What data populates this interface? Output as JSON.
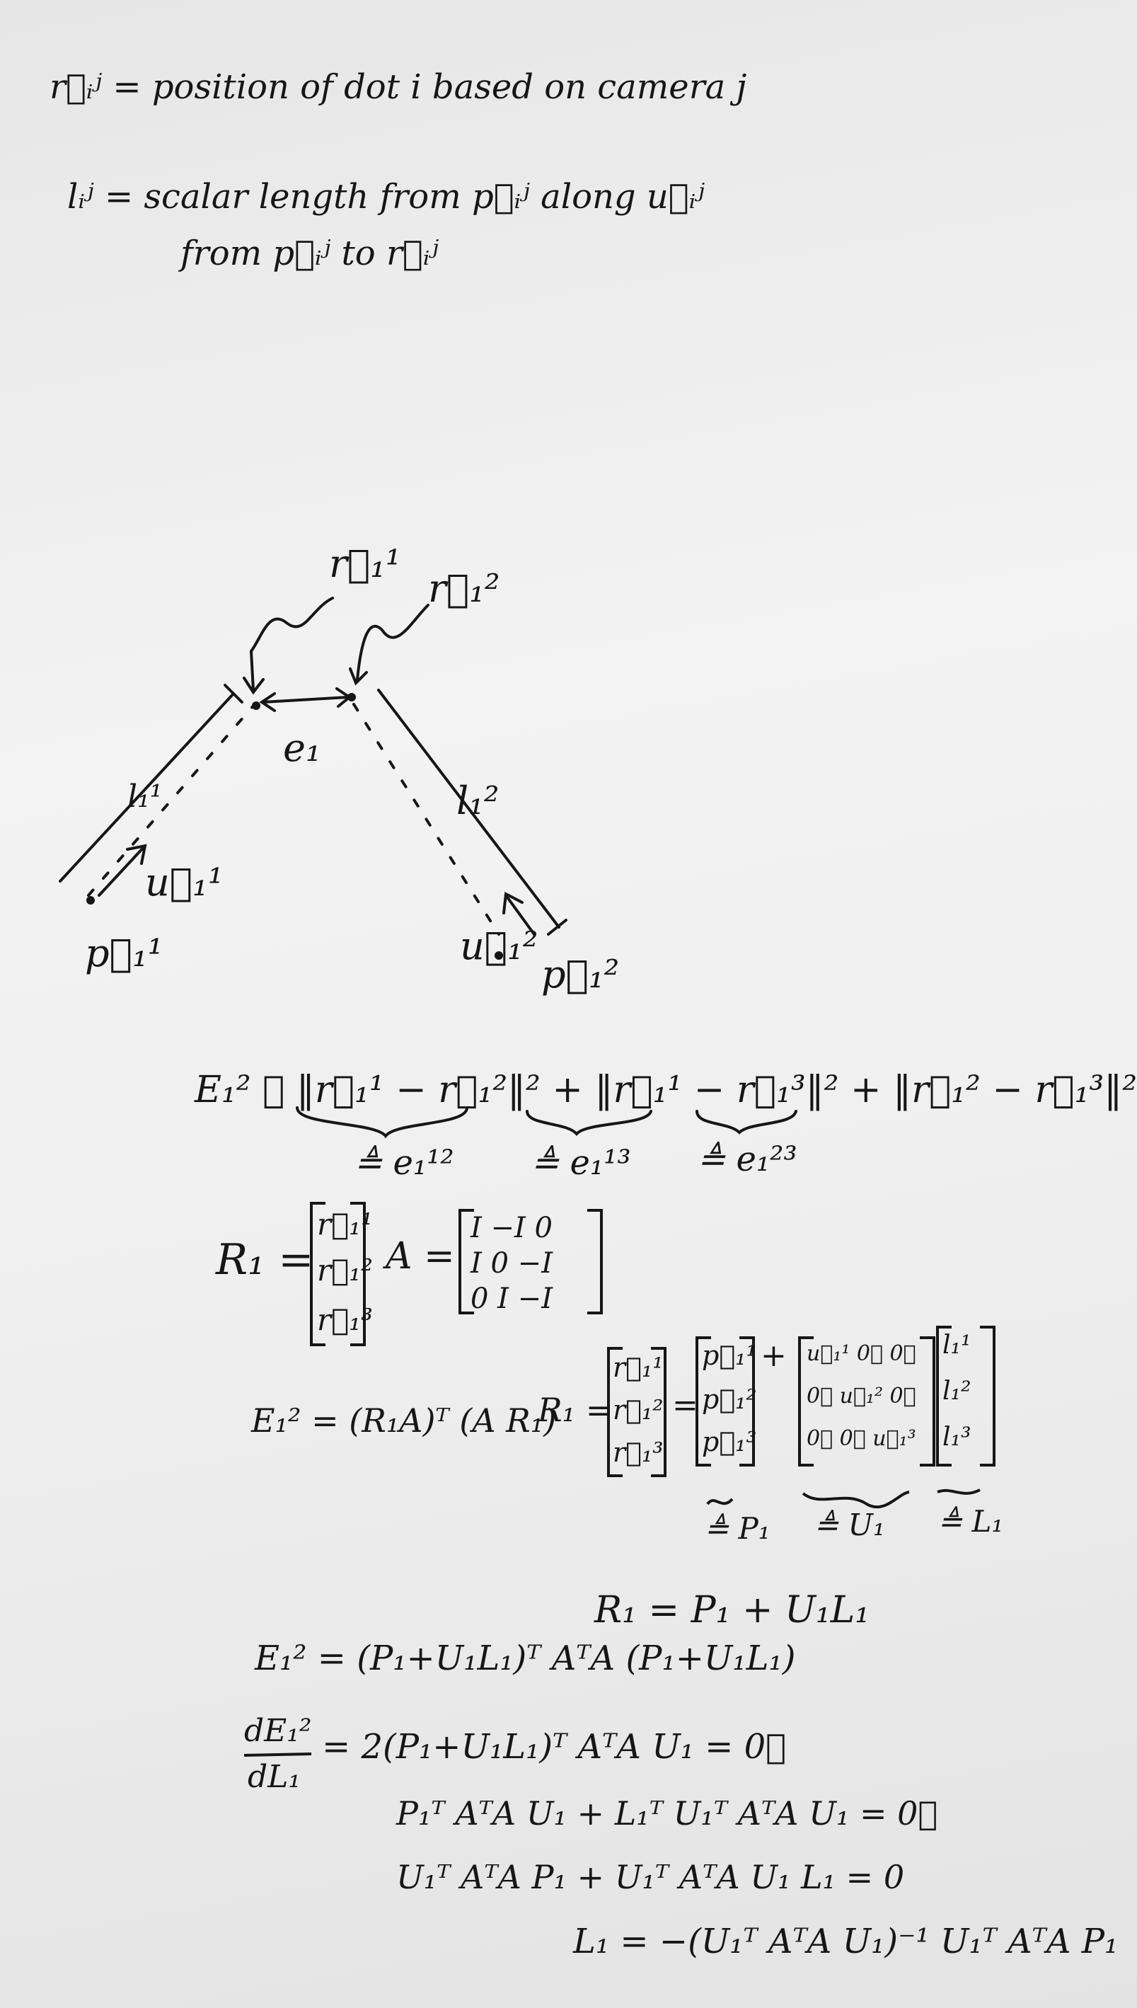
{
  "notes": {
    "def_r": "r⃗ᵢʲ = position of dot i based on camera j",
    "def_l_1": "lᵢʲ = scalar length from p⃗ᵢʲ along u⃗ᵢʲ",
    "def_l_2": "from p⃗ᵢʲ to r⃗ᵢʲ"
  },
  "diagram": {
    "r11": "r⃗₁¹",
    "r12": "r⃗₁²",
    "e1": "e₁",
    "l11": "l₁¹",
    "l12": "l₁²",
    "u11": "u⃗₁¹",
    "u12": "u⃗₁²",
    "p11": "p⃗₁¹",
    "p12": "p⃗₁²"
  },
  "derivation": {
    "energy": "E₁² ≜ ‖r⃗₁¹ − r⃗₁²‖² + ‖r⃗₁¹ − r⃗₁³‖² + ‖r⃗₁² − r⃗₁³‖²",
    "brace_e12": "≜ e₁¹²",
    "brace_e13": "≜ e₁¹³",
    "brace_e23": "≜ e₁²³",
    "R_label": "R₁ =",
    "R_entries": [
      "r⃗₁¹",
      "r⃗₁²",
      "r⃗₁³"
    ],
    "A_label": "A =",
    "A_rows": [
      "I   −I   0",
      "I   0   −I",
      "0   I   −I"
    ],
    "energy_matrix": "E₁² = (R₁A)ᵀ (A R₁)",
    "R1_eq": "R₁ =",
    "R1_col": [
      "r⃗₁¹",
      "r⃗₁²",
      "r⃗₁³"
    ],
    "eq_sign": "=",
    "P_col": [
      "p⃗₁¹",
      "p⃗₁²",
      "p⃗₁³"
    ],
    "plus_sign": "+",
    "U_rows": [
      "u⃗₁¹   0⃗   0⃗",
      "0⃗   u⃗₁²   0⃗",
      "0⃗   0⃗   u⃗₁³"
    ],
    "L_col": [
      "l₁¹",
      "l₁²",
      "l₁³"
    ],
    "def_P": "≜ P₁",
    "def_U": "≜ U₁",
    "def_L": "≜ L₁",
    "R_sum": "R₁ = P₁ + U₁L₁",
    "E_expanded": "E₁² = (P₁+U₁L₁)ᵀ AᵀA (P₁+U₁L₁)",
    "deriv_num": "dE₁²",
    "deriv_den": "dL₁",
    "deriv_rhs": "= 2(P₁+U₁L₁)ᵀ AᵀA U₁ = 0⃗",
    "step1": "P₁ᵀ AᵀA U₁ + L₁ᵀ U₁ᵀ AᵀA U₁ = 0⃗",
    "step2": "U₁ᵀ AᵀA P₁ + U₁ᵀ AᵀA U₁ L₁ = 0",
    "solution": "L₁ = −(U₁ᵀ AᵀA U₁)⁻¹ U₁ᵀ AᵀA P₁"
  }
}
